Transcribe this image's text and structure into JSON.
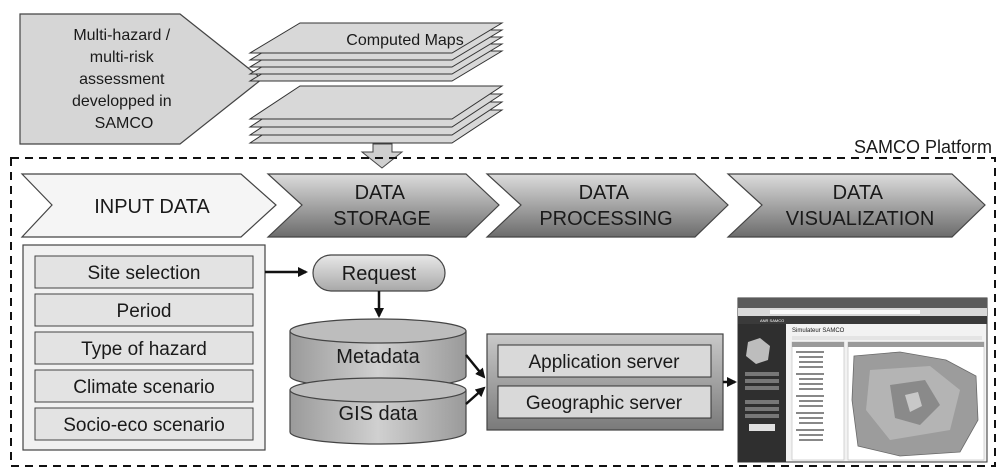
{
  "top_arrow": {
    "lines": [
      "Multi-hazard /",
      "multi-risk",
      "assessment",
      "developped in",
      "SAMCO"
    ]
  },
  "maps_label": "Computed Maps",
  "platform_label": "SAMCO Platform",
  "stages": [
    {
      "lines": [
        "INPUT DATA"
      ]
    },
    {
      "lines": [
        "DATA",
        "STORAGE"
      ]
    },
    {
      "lines": [
        "DATA",
        "PROCESSING"
      ]
    },
    {
      "lines": [
        "DATA",
        "VISUALIZATION"
      ]
    }
  ],
  "inputs": [
    "Site selection",
    "Period",
    "Type of hazard",
    "Climate scenario",
    "Socio-eco scenario"
  ],
  "request_label": "Request",
  "databases": [
    "Metadata",
    "GIS data"
  ],
  "servers": [
    "Application server",
    "Geographic server"
  ],
  "screenshot": {
    "title": "Simulateur SAMCO",
    "app_name": "ANR SAMCO"
  },
  "colors": {
    "light_fill": "#e6e6e6",
    "input_stage_fill": "#f4f4f4",
    "dark_stage_top": "#d6d6d6",
    "dark_stage_bottom": "#6e6e6e",
    "outline": "#444444"
  }
}
